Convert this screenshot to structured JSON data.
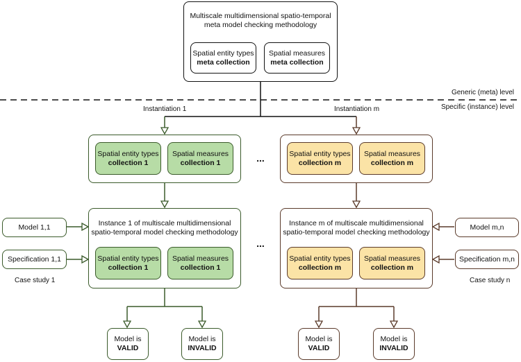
{
  "meta": {
    "title_line1": "Multiscale multidimensional spatio-temporal",
    "title_line2": "meta model checking methodology",
    "entity_line1": "Spatial entity types",
    "entity_line2": "meta collection",
    "measures_line1": "Spatial measures",
    "measures_line2": "meta collection"
  },
  "levels": {
    "generic": "Generic (meta) level",
    "specific": "Specific (instance) level"
  },
  "instantiation": {
    "left": "Instantiation 1",
    "right": "Instantiation m"
  },
  "ellipsis": "...",
  "left": {
    "collection_entity_line1": "Spatial entity types",
    "collection_entity_line2": "collection 1",
    "collection_measures_line1": "Spatial measures",
    "collection_measures_line2": "collection 1",
    "instance_line1": "Instance 1 of multiscale multidimensional",
    "instance_line2": "spatio-temporal model checking methodology",
    "model_input": "Model 1,1",
    "spec_input": "Specification 1,1",
    "case_study": "Case study 1",
    "valid_line1": "Model is",
    "valid_line2": "VALID",
    "invalid_line1": "Model is",
    "invalid_line2": "INVALID"
  },
  "right": {
    "collection_entity_line1": "Spatial entity types",
    "collection_entity_line2": "collection m",
    "collection_measures_line1": "Spatial measures",
    "collection_measures_line2": "collection m",
    "instance_line1": "Instance m of multiscale multidimensional",
    "instance_line2": "spatio-temporal model checking methodology",
    "model_input": "Model m,n",
    "spec_input": "Specification m,n",
    "case_study": "Case study n",
    "valid_line1": "Model is",
    "valid_line2": "VALID",
    "invalid_line1": "Model is",
    "invalid_line2": "INVALID"
  },
  "colors": {
    "left_accent": "#3a5a2a",
    "right_accent": "#5a3a2a",
    "left_fill": "#b7dca6",
    "right_fill": "#fbe3a6"
  }
}
